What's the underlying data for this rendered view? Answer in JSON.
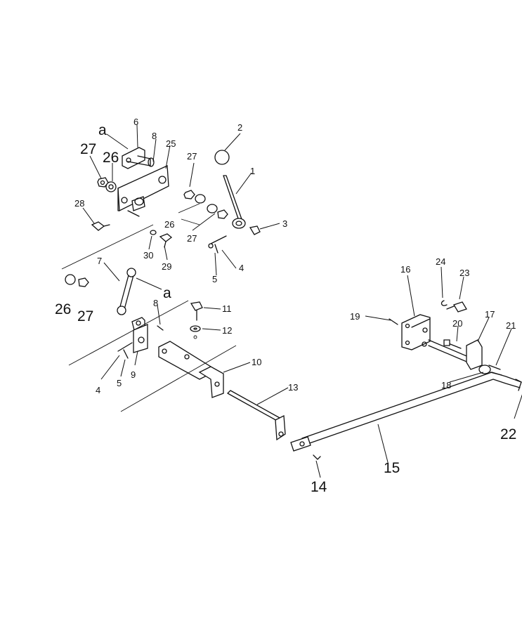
{
  "labels": {
    "p1": "1",
    "p2": "2",
    "p3": "3",
    "p4a": "4",
    "p4b": "4",
    "p5a": "5",
    "p5b": "5",
    "p6": "6",
    "p7": "7",
    "p8a": "8",
    "p8b": "8",
    "p9": "9",
    "p10": "10",
    "p11": "11",
    "p12": "12",
    "p13": "13",
    "p14": "14",
    "p15": "15",
    "p16": "16",
    "p17": "17",
    "p18": "18",
    "p19": "19",
    "p20": "20",
    "p21": "21",
    "p22": "22",
    "p23": "23",
    "p24": "24",
    "p25": "25",
    "p26a": "26",
    "p26b": "26",
    "p26c": "26",
    "p27a": "27",
    "p27b": "27",
    "p27c": "27",
    "p27d": "27",
    "p28": "28",
    "p29": "29",
    "p30": "30",
    "refA1": "a",
    "refA2": "a"
  }
}
